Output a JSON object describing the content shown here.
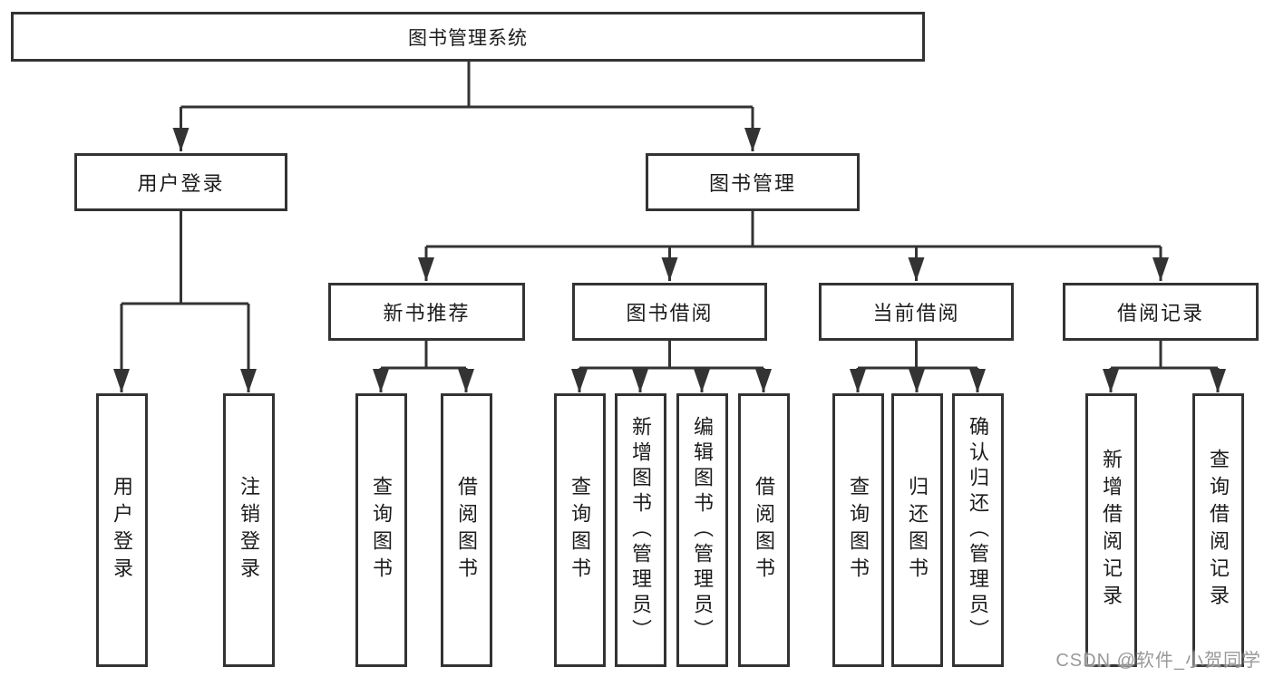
{
  "diagram": {
    "root": {
      "label": "图书管理系统"
    },
    "branches": [
      {
        "label": "用户登录"
      },
      {
        "label": "图书管理"
      }
    ],
    "user_leaves": [
      {
        "label": "用户登录"
      },
      {
        "label": "注销登录"
      }
    ],
    "categories": [
      {
        "label": "新书推荐"
      },
      {
        "label": "图书借阅"
      },
      {
        "label": "当前借阅"
      },
      {
        "label": "借阅记录"
      }
    ],
    "leaves": {
      "new_book": [
        {
          "label": "查询图书"
        },
        {
          "label": "借阅图书"
        }
      ],
      "borrow": [
        {
          "label": "查询图书"
        },
        {
          "label": "新增图书（管理员）"
        },
        {
          "label": "编辑图书（管理员）"
        },
        {
          "label": "借阅图书"
        }
      ],
      "current": [
        {
          "label": "查询图书"
        },
        {
          "label": "归还图书"
        },
        {
          "label": "确认归还（管理员）"
        }
      ],
      "records": [
        {
          "label": "新增借阅记录"
        },
        {
          "label": "查询借阅记录"
        }
      ]
    },
    "watermark": "CSDN @软件_小贺同学"
  },
  "colors": {
    "line": "#333333",
    "box_fill": "#ffffff",
    "text": "#1c1c1c",
    "watermark": "#8f8f8f"
  }
}
